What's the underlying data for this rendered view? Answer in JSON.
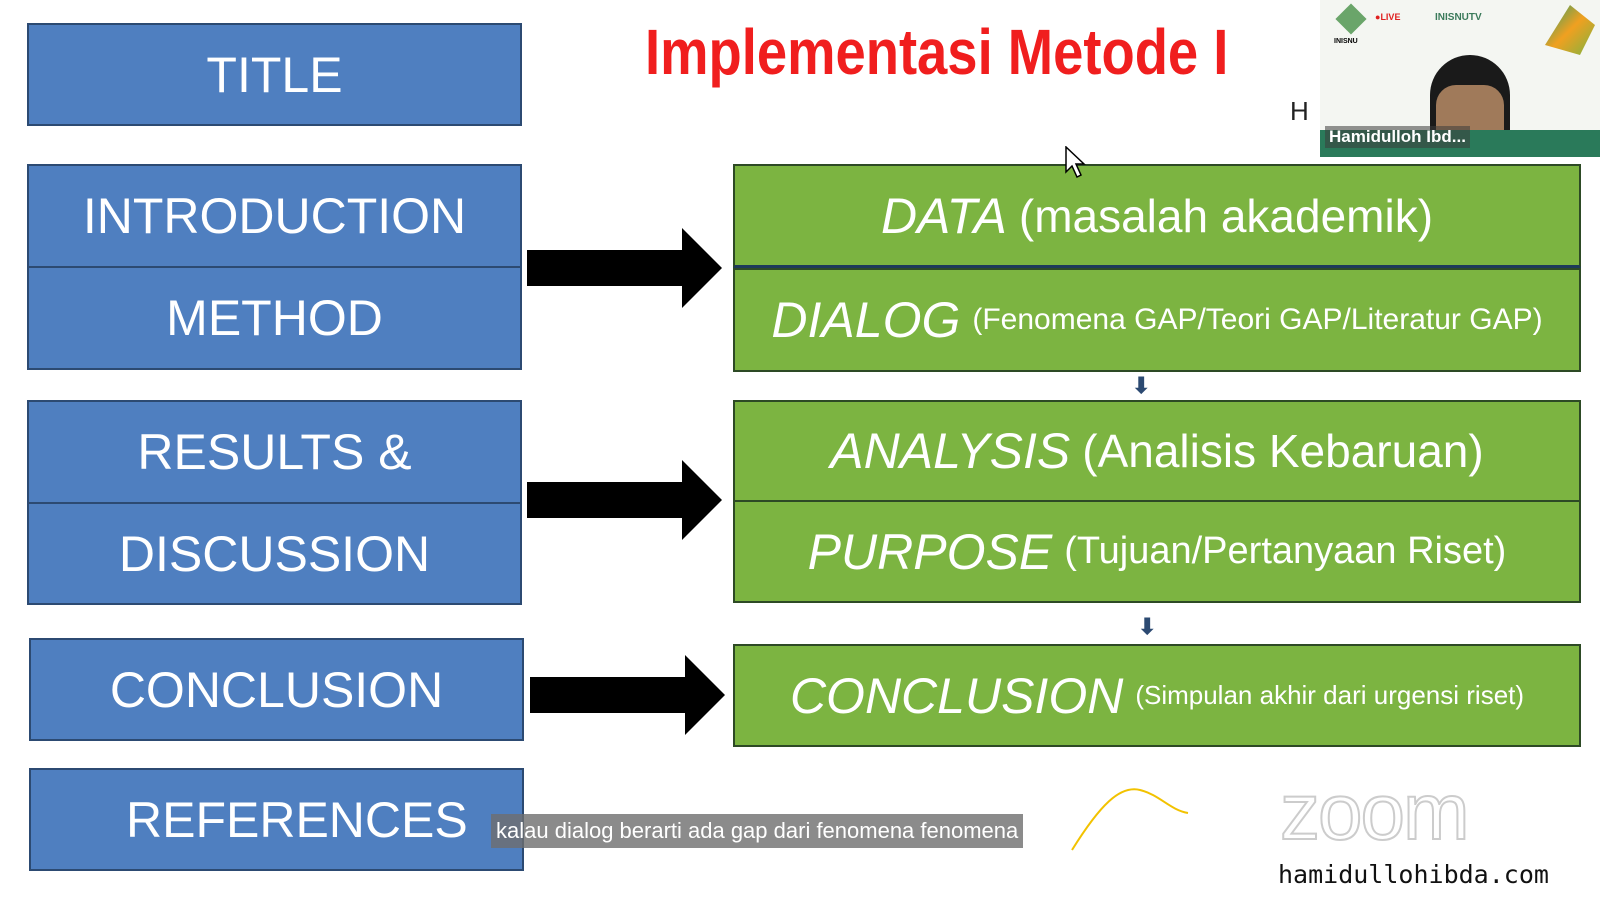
{
  "slide": {
    "title": "Implementasi Metode I",
    "subtitle_fragment": "H",
    "left": [
      "TITLE",
      "INTRODUCTION",
      "METHOD",
      "RESULTS &",
      "DISCUSSION",
      "CONCLUSION",
      "REFERENCES"
    ],
    "right": [
      {
        "main": "DATA",
        "sub": "(masalah akademik)"
      },
      {
        "main": "DIALOG",
        "sub": "(Fenomena GAP/Teori GAP/Literatur GAP)"
      },
      {
        "main": "ANALYSIS",
        "sub": "(Analisis Kebaruan)"
      },
      {
        "main": "PURPOSE",
        "sub": "(Tujuan/Pertanyaan Riset)"
      },
      {
        "main": "CONCLUSION",
        "sub": "(Simpulan akhir dari urgensi riset)"
      }
    ]
  },
  "video": {
    "participant_name": "Hamidulloh Ibd...",
    "logo_text": "INISNU",
    "live_label": "LIVE",
    "channel": "INISNUTV"
  },
  "caption": "kalau dialog berarti ada gap dari fenomena fenomena",
  "watermark": {
    "logo": "zoom",
    "url": "hamidullohibda.com"
  },
  "colors": {
    "blue": "#4f7fc0",
    "green": "#7cb441",
    "title_red": "#f01e1e"
  }
}
